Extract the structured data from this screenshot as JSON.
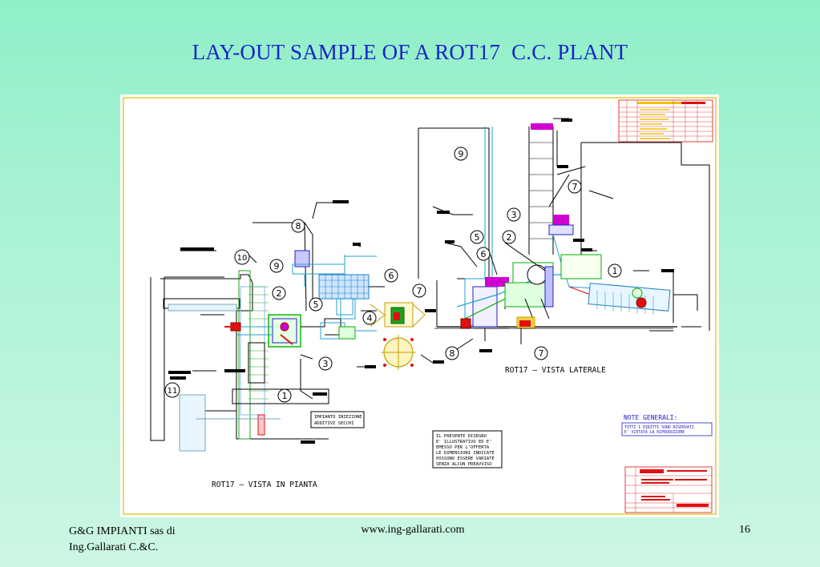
{
  "slide": {
    "title": "LAY-OUT SAMPLE OF A ROT17  C.C. PLANT",
    "footer_left_line1": "G&G IMPIANTI sas di",
    "footer_left_line2": "Ing.Gallarati C.&C.",
    "footer_center": "www.ing-gallarati.com",
    "page_number": "16"
  },
  "drawing": {
    "plan_view_label": "ROT17 – VISTA IN PIANTA",
    "side_view_label": "ROT17 – VISTA LATERALE",
    "note_title": "NOTE GENERALI:",
    "note_line1": "TUTTI I DIRITTI SONO RISERVATI",
    "note_line2": "E' VIETATA LA RIPRODUZIONE",
    "injection_line1": "IMPIANTO INIEZIONE",
    "injection_line2": "ADDITIVI SECCHI",
    "disclaimer": [
      "IL PRESENTE DISEGNO",
      "E' ILLUSTRATIVO ED E'",
      "EMESSO PER L'OFFERTA",
      "LE DIMENSIONI INDICATE",
      "POSSONO ESSERE VARIATE",
      "SENZA ALCUN PREAVVISO"
    ],
    "plan_callouts": [
      "1",
      "2",
      "3",
      "4",
      "5",
      "6",
      "7",
      "8",
      "9",
      "10",
      "11"
    ],
    "side_callouts": [
      "1",
      "2",
      "3",
      "5",
      "6",
      "7",
      "7",
      "8",
      "9"
    ],
    "colors": {
      "title": "#1c24c8",
      "cad_red": "#e01010",
      "cad_blue": "#2020c0",
      "cad_green": "#00b000",
      "cad_magenta": "#d000d0",
      "cad_cyan": "#20a0d0",
      "cad_yellow": "#f0c000"
    }
  }
}
